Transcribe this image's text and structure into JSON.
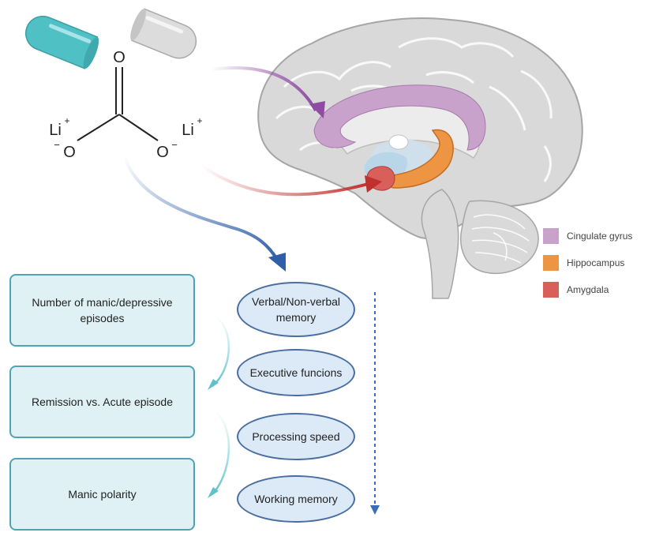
{
  "molecule": {
    "atom_o_top": "O",
    "atom_o_left": "O",
    "atom_o_right": "O",
    "li_left": "Li",
    "li_right": "Li",
    "plus": "+",
    "minus": "−"
  },
  "legend": [
    {
      "label": "Cingulate gyrus",
      "color": "#c9a2cc"
    },
    {
      "label": "Hippocampus",
      "color": "#ee9544"
    },
    {
      "label": "Amygdala",
      "color": "#d9605a"
    }
  ],
  "factors": [
    {
      "label": "Number of manic/depressive episodes"
    },
    {
      "label": "Remission vs. Acute episode"
    },
    {
      "label": "Manic polarity"
    }
  ],
  "cognitive": [
    {
      "label": "Verbal/Non-verbal memory"
    },
    {
      "label": "Executive funcions"
    },
    {
      "label": "Processing speed"
    },
    {
      "label": "Working memory"
    }
  ],
  "colors": {
    "capsule_left": "#4fc0c4",
    "capsule_right": "#d9d9d9",
    "brain": "#d6d6d6",
    "arrow_purple": "#8e4ca3",
    "arrow_red": "#c0302e",
    "arrow_blue": "#2f5fa8",
    "arrow_teal": "#7fd0d6"
  }
}
